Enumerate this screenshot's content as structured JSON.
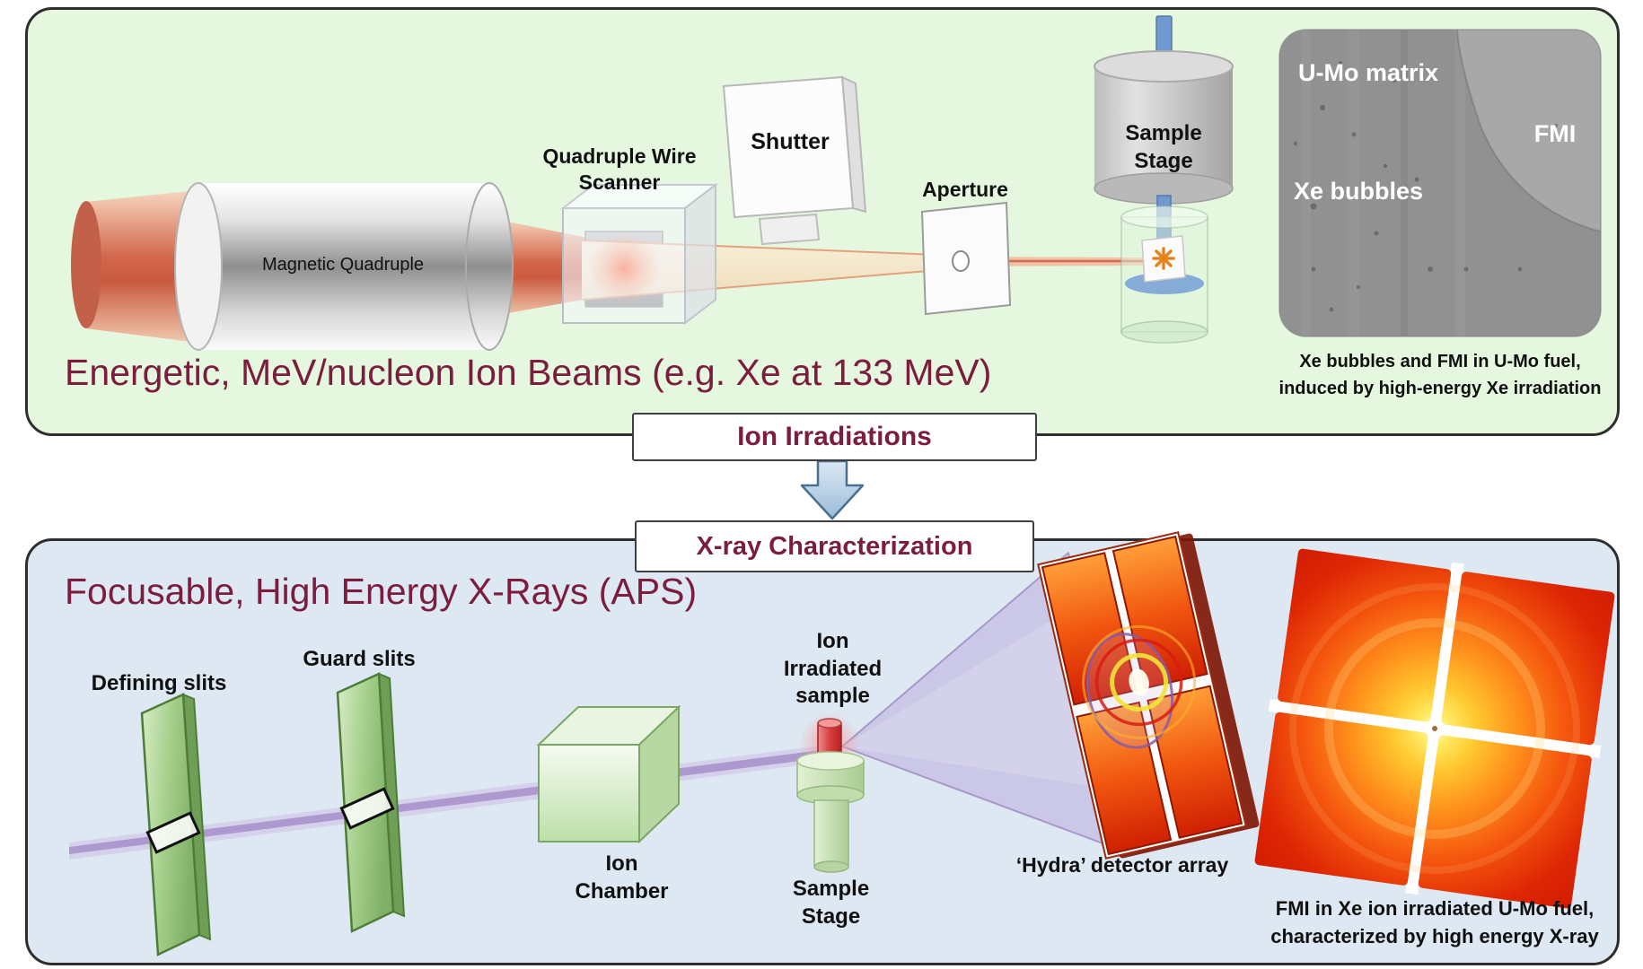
{
  "top_panel": {
    "title": "Energetic, MeV/nucleon Ion Beams (e.g. Xe at 133 MeV)",
    "magnetic_quadruple": "Magnetic Quadruple",
    "wire_scanner": "Quadruple Wire\nScanner",
    "shutter": "Shutter",
    "aperture": "Aperture",
    "sample_stage": "Sample\nStage",
    "sem": {
      "umo_matrix": "U-Mo matrix",
      "fmi": "FMI",
      "xe_bubbles": "Xe bubbles",
      "caption": "Xe bubbles and FMI in U-Mo fuel,\ninduced by high-energy Xe irradiation"
    }
  },
  "flow": {
    "step1": "Ion Irradiations",
    "step2": "X-ray Characterization"
  },
  "bottom_panel": {
    "title": "Focusable, High Energy X-Rays (APS)",
    "defining_slits": "Defining slits",
    "guard_slits": "Guard slits",
    "ion_chamber": "Ion\nChamber",
    "irradiated_sample": "Ion\nIrradiated\nsample",
    "sample_stage": "Sample\nStage",
    "hydra": "‘Hydra’ detector array",
    "caption": "FMI in Xe ion irradiated U-Mo fuel,\ncharacterized by high energy X-ray"
  },
  "colors": {
    "maroon": "#7b1e3e",
    "panel_green": "#e5f8df",
    "panel_blue": "#dde8f3",
    "ion_beam_red": "#cf6a50",
    "slit_green": "#a5cf8b",
    "detector_orange": "#f1560f",
    "xray_purple": "#a892cc"
  }
}
